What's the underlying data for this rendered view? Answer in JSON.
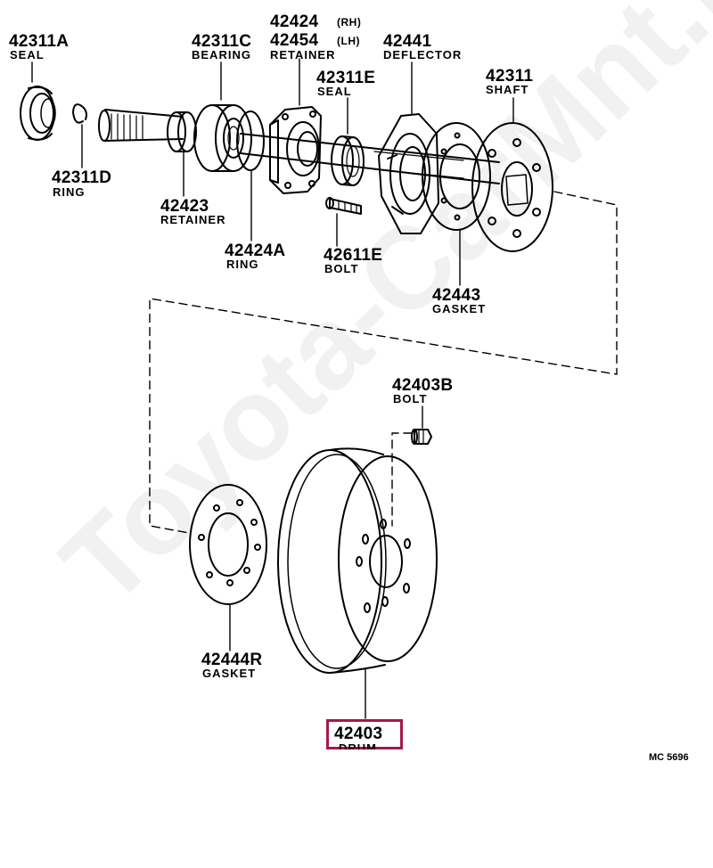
{
  "parts": [
    {
      "id": "p1",
      "number": "42311A",
      "name": "SEAL"
    },
    {
      "id": "p2",
      "number": "42311C",
      "name": "BEARING"
    },
    {
      "id": "p3",
      "number": "42424",
      "side": "(RH)"
    },
    {
      "id": "p4",
      "number": "42454",
      "side": "(LH)",
      "name": "RETAINER"
    },
    {
      "id": "p5",
      "number": "42441",
      "name": "DEFLECTOR"
    },
    {
      "id": "p6",
      "number": "42311",
      "name": "SHAFT"
    },
    {
      "id": "p7",
      "number": "42311E",
      "name": "SEAL"
    },
    {
      "id": "p8",
      "number": "42311D",
      "name": "RING"
    },
    {
      "id": "p9",
      "number": "42423",
      "name": "RETAINER"
    },
    {
      "id": "p10",
      "number": "42424A",
      "name": "RING"
    },
    {
      "id": "p11",
      "number": "42611E",
      "name": "BOLT"
    },
    {
      "id": "p12",
      "number": "42443",
      "name": "GASKET"
    },
    {
      "id": "p13",
      "number": "42403B",
      "name": "BOLT"
    },
    {
      "id": "p14",
      "number": "42444R",
      "name": "GASKET"
    },
    {
      "id": "p15",
      "number": "42403",
      "name": "DRUM",
      "highlighted": true
    }
  ],
  "highlight_color": "#a8174a",
  "diagram_code": "MC 5696",
  "watermark": "Toyota-CarMnt.ru"
}
